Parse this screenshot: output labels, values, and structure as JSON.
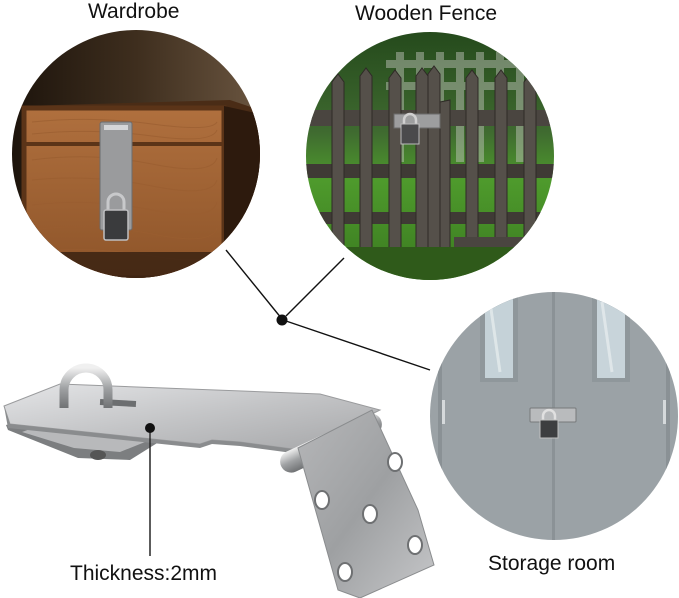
{
  "labels": {
    "wardrobe": "Wardrobe",
    "wooden_fence": "Wooden Fence",
    "storage_room": "Storage room",
    "thickness": "Thickness:2mm"
  },
  "scenes": [
    {
      "id": "wardrobe",
      "description": "Wooden chest with stainless steel hasp and padlock",
      "colors": {
        "background": "#3b2a1c",
        "wood": "#a8683a",
        "frame": "#6b3d1f"
      }
    },
    {
      "id": "wooden-fence",
      "description": "Weathered wooden picket fence gate with hasp and padlock",
      "colors": {
        "background": "#2f5a22",
        "grass": "#4f9a2e",
        "wood": "#4d4740"
      }
    },
    {
      "id": "storage-room",
      "description": "Grey double door with window panels secured with hasp and padlock",
      "colors": {
        "door": "#9aa1a5",
        "window": "#c9d6dc"
      }
    }
  ],
  "product": {
    "name": "Stainless steel hasp with staple",
    "thickness": "2mm",
    "colors": {
      "steel": "#c8c9cb",
      "steel_dark": "#8e9093",
      "line": "#111111"
    }
  }
}
